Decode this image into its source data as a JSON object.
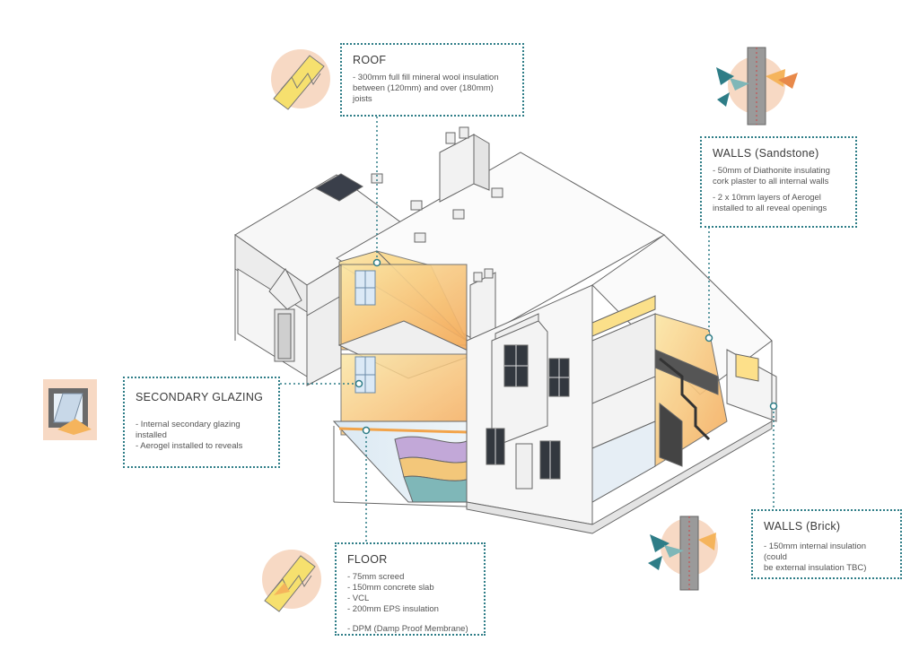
{
  "callouts": {
    "roof": {
      "title": "ROOF",
      "lines": [
        "- 300mm full fill mineral wool insulation",
        "between (120mm)  and over (180mm)",
        "joists"
      ]
    },
    "walls_sandstone": {
      "title": "WALLS (Sandstone)",
      "lines": [
        "- 50mm of Diathonite insulating",
        "cork plaster to all internal walls",
        "- 2 x 10mm layers of Aerogel",
        "installed to all reveal openings"
      ]
    },
    "secondary_glazing": {
      "title": "SECONDARY GLAZING",
      "lines": [
        "- Internal secondary glazing installed",
        "- Aerogel installed to reveals"
      ]
    },
    "floor": {
      "title": "FLOOR",
      "lines": [
        "- 75mm screed",
        "- 150mm concrete slab",
        "- VCL",
        "- 200mm EPS insulation",
        "- DPM (Damp Proof Membrane)"
      ]
    },
    "walls_brick": {
      "title": "WALLS (Brick)",
      "lines": [
        "- 150mm internal insulation (could",
        "be external insulation TBC)"
      ]
    }
  },
  "icons": {
    "roof": "roof-insulation-icon",
    "walls_sandstone": "sandstone-wall-icon",
    "secondary_glazing": "secondary-glazing-icon",
    "floor": "floor-insulation-icon",
    "walls_brick": "brick-wall-icon"
  },
  "colors": {
    "callout_border": "#2e7d87",
    "icon_circle": "#f7d9c4",
    "insulation_yellow": "#f4e27a",
    "warm_orange": "#f5b45c",
    "teal": "#2e7d87"
  }
}
